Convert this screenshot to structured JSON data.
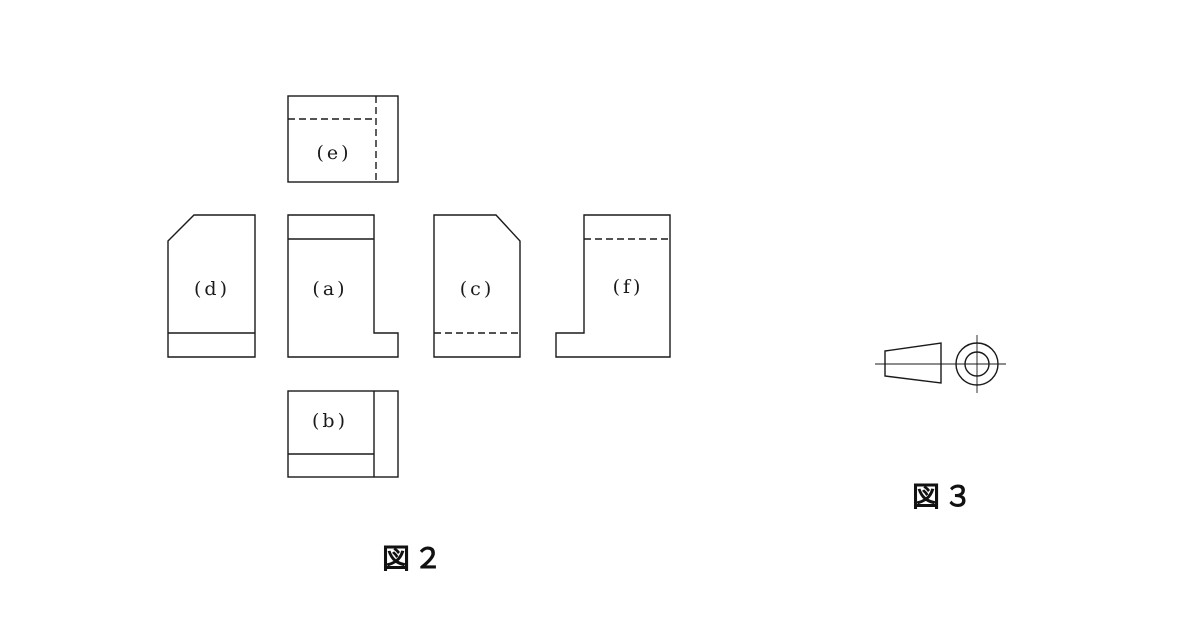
{
  "figure2": {
    "caption": "図２",
    "views": {
      "a": "(a)",
      "b": "(b)",
      "c": "(c)",
      "d": "(d)",
      "e": "(e)",
      "f": "(f)"
    }
  },
  "figure3": {
    "caption": "図３"
  }
}
